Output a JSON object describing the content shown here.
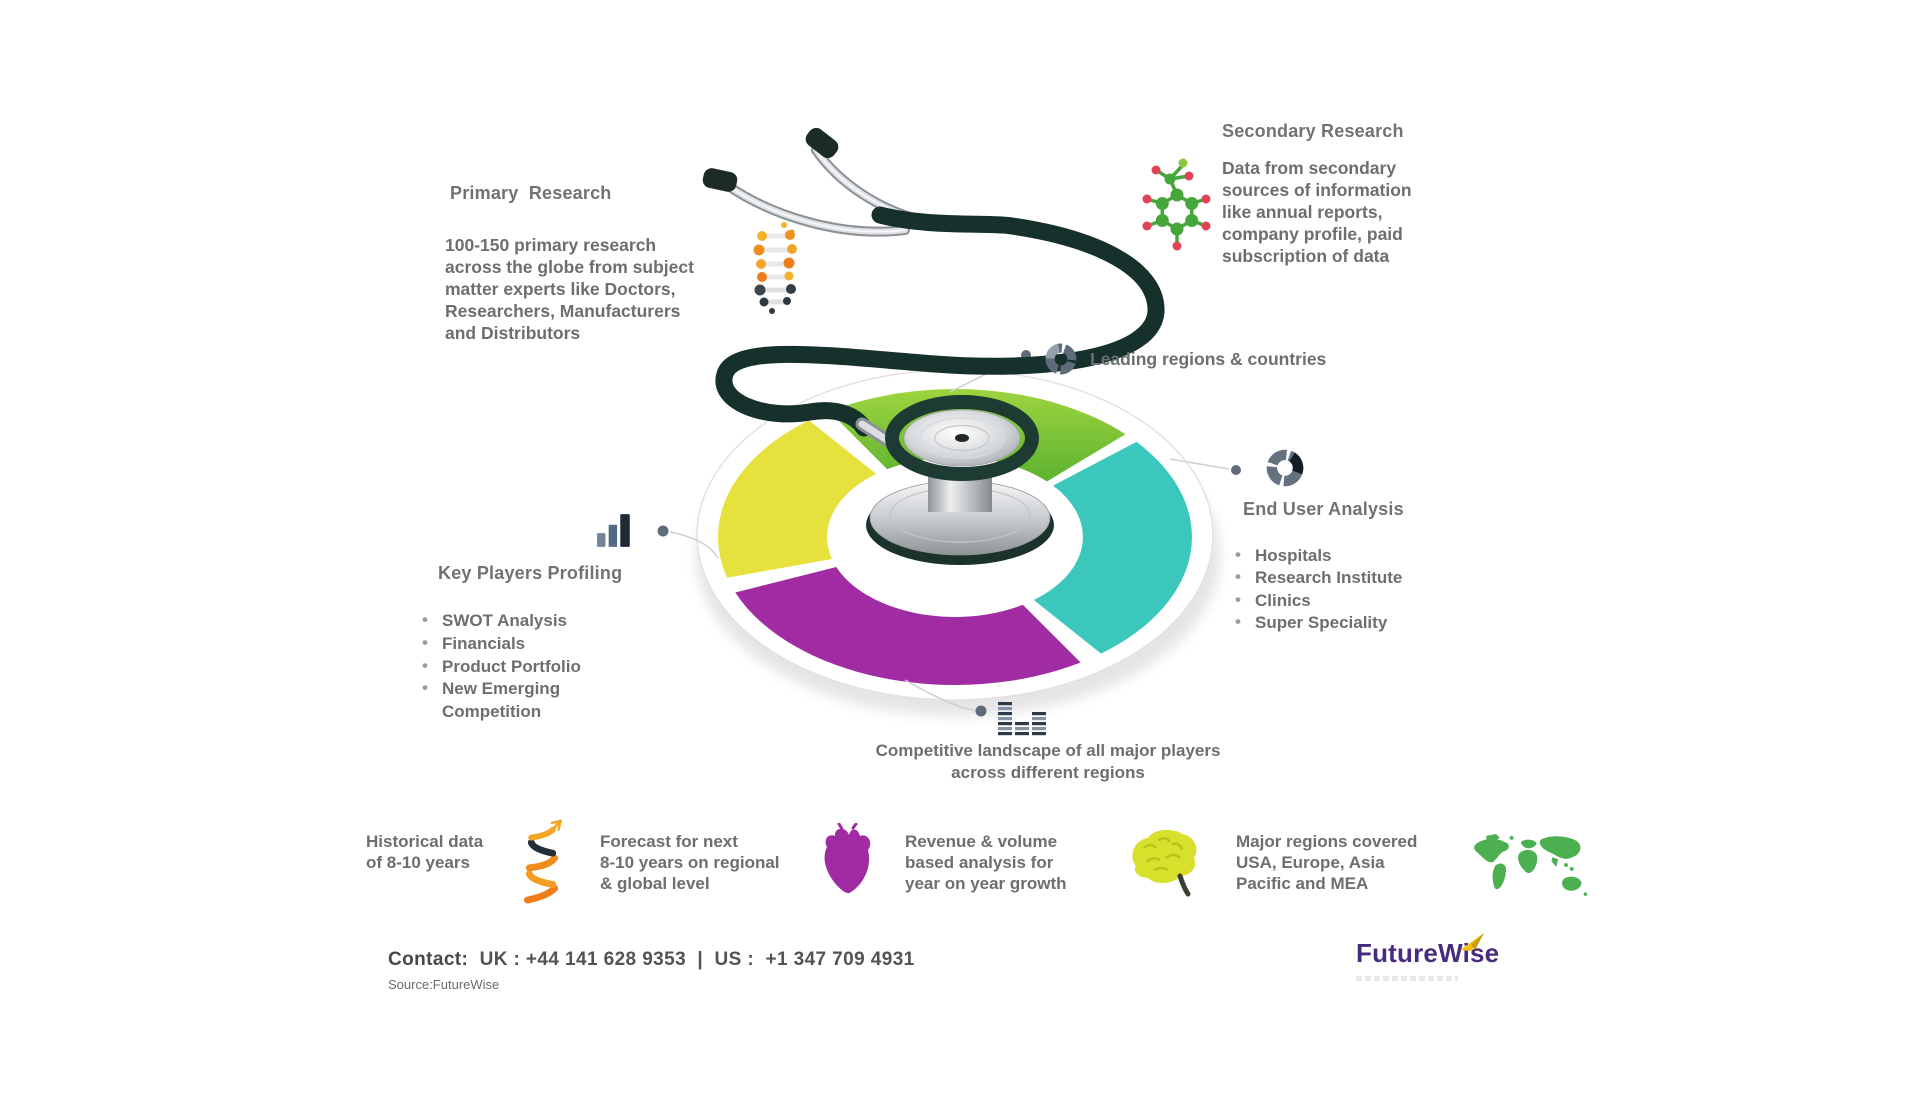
{
  "colors": {
    "donut_yellow": "#e7e13d",
    "donut_green": "#7fc53c",
    "donut_teal": "#3cc7bd",
    "donut_purple": "#a02ba2",
    "stethoscope_tube": "#16302b",
    "text_gray": "#6d6e71",
    "slate_icon": "#5f6b7b",
    "orange_icon": "#ef8c1e",
    "map_green": "#4caf50",
    "brain_yellow": "#d7e02b",
    "heart_purple": "#a12ba3",
    "molecule_green": "#46a63c",
    "molecule_red": "#e04355",
    "logo_purple": "#472b7f",
    "logo_yellow": "#f5c400"
  },
  "sections": {
    "primary_research": {
      "title": "Primary  Research",
      "body": "100-150 primary research\nacross the globe from subject\nmatter experts like Doctors,\nResearchers, Manufacturers\nand Distributors",
      "icon": "dna-icon"
    },
    "secondary_research": {
      "title": "Secondary Research",
      "body": "Data from secondary\nsources of information\nlike annual reports,\ncompany profile, paid\nsubscription of data",
      "icon": "molecule-icon"
    },
    "leading_regions": {
      "label": "Leading regions & countries",
      "icon": "segmented-donut-icon"
    },
    "end_user_analysis": {
      "title": "End User Analysis",
      "icon": "segmented-donut-icon",
      "items": [
        "Hospitals",
        "Research Institute",
        "Clinics",
        "Super Speciality"
      ]
    },
    "key_players_profiling": {
      "title": "Key Players Profiling",
      "icon": "bar-chart-icon",
      "items": [
        "SWOT Analysis",
        "Financials",
        "Product Portfolio",
        "New Emerging\nCompetition"
      ]
    },
    "competitive_landscape": {
      "line1": "Competitive landscape of all major players",
      "line2": "across different regions",
      "icon": "stacked-stripes-icon"
    }
  },
  "bottom_row": {
    "icons": [
      "growth-arrow-icon",
      "heart-icon",
      "brain-icon",
      "world-map-icon"
    ],
    "items": [
      "Historical data\nof 8-10 years",
      "Forecast for next\n8-10 years on regional\n& global level",
      "Revenue & volume\nbased analysis for\nyear on year growth",
      "Major regions covered\nUSA, Europe, Asia\nPacific and MEA"
    ]
  },
  "footer": {
    "contact_label": "Contact:",
    "contact_value": "UK : +44 141 628 9353  |  US :  +1 347 709 4931",
    "source": "Source:FutureWise",
    "logo_text": "FutureWise"
  }
}
